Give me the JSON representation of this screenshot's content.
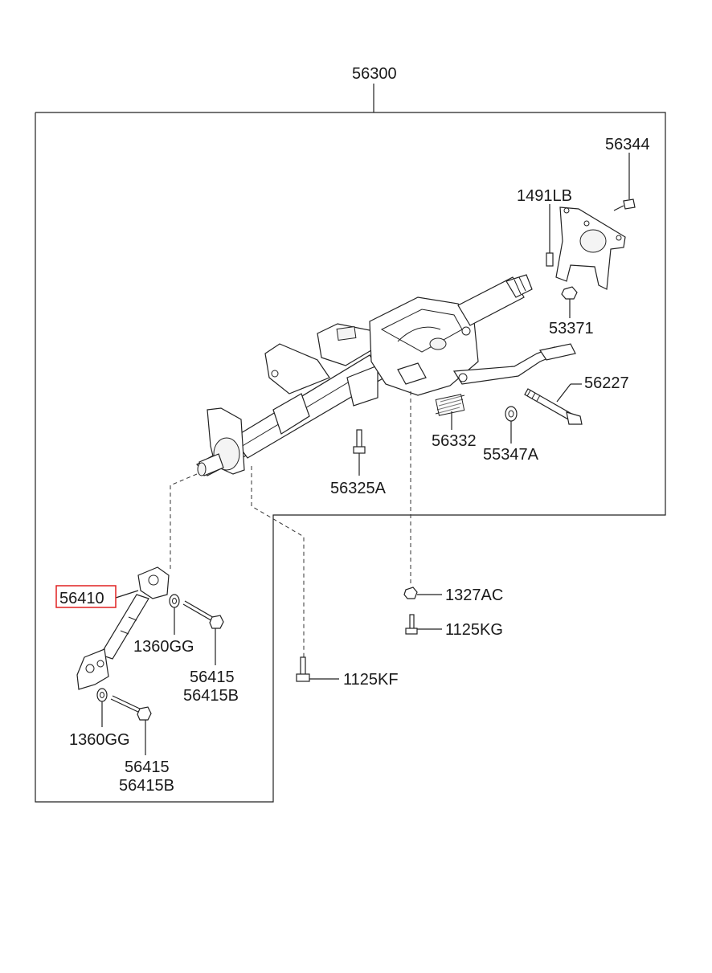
{
  "labels": {
    "assembly": "56300",
    "p56344": "56344",
    "p1491LB": "1491LB",
    "p53371": "53371",
    "p56227": "56227",
    "p56332": "56332",
    "p55347A": "55347A",
    "p56325A": "56325A",
    "p56410": "56410",
    "p1327AC": "1327AC",
    "p1125KG": "1125KG",
    "p1125KF": "1125KF",
    "p1360GG_upper": "1360GG",
    "p56415_upper": "56415",
    "p56415B_upper": "56415B",
    "p1360GG_lower": "1360GG",
    "p56415_lower": "56415",
    "p56415B_lower": "56415B"
  },
  "highlight": {
    "part": "56410",
    "color": "#e02020"
  }
}
